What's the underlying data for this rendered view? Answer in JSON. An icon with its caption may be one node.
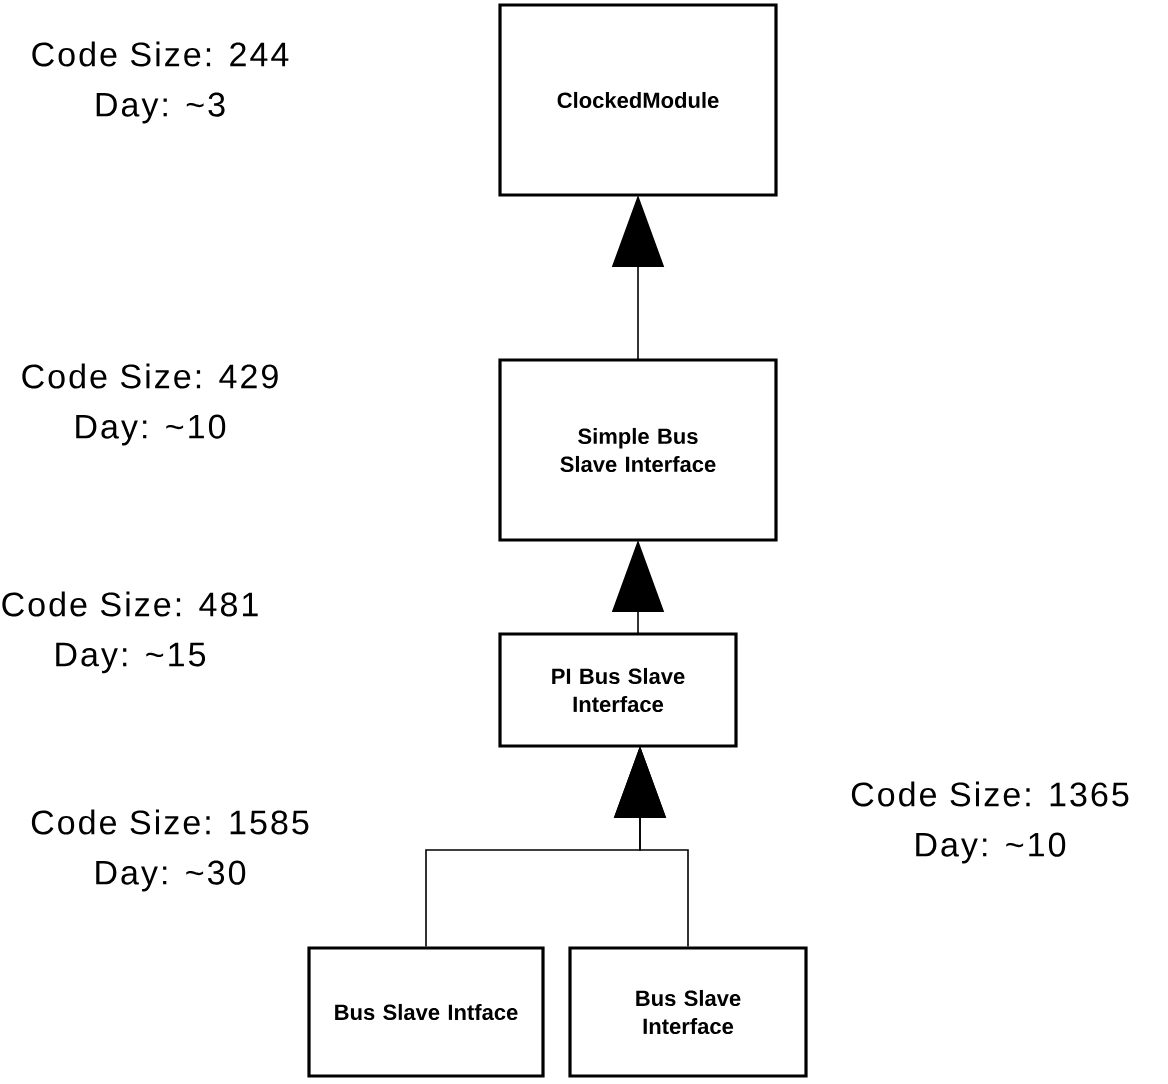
{
  "diagram": {
    "nodes": [
      {
        "text": [
          "ClockedModule"
        ],
        "beside": [
          "Code Size: 244",
          "Day: ~3"
        ]
      },
      {
        "text": [
          "Simple Bus Slave Interface"
        ],
        "beside": [
          "Code Size: 429",
          "Day: ~10"
        ]
      },
      {
        "text": [
          "PI Bus Slave Interface"
        ],
        "beside": [
          "Code Size: 481",
          "Day: ~15"
        ]
      },
      {
        "text": [
          "Bus Slave Intface"
        ],
        "beside": [
          "Code Size: 1585",
          "Day: ~30"
        ]
      },
      {
        "text": [
          "Bus Slave Interface"
        ],
        "beside": [
          "Code Size: 1365",
          "Day: ~10"
        ]
      }
    ],
    "edges": [
      {
        "from": 1,
        "to": 0,
        "arrow": "to"
      },
      {
        "from": 2,
        "to": 1,
        "arrow": "to"
      },
      {
        "from": 3,
        "to": 2,
        "arrow": "to"
      },
      {
        "from": 4,
        "to": 2,
        "arrow": "to"
      }
    ]
  }
}
